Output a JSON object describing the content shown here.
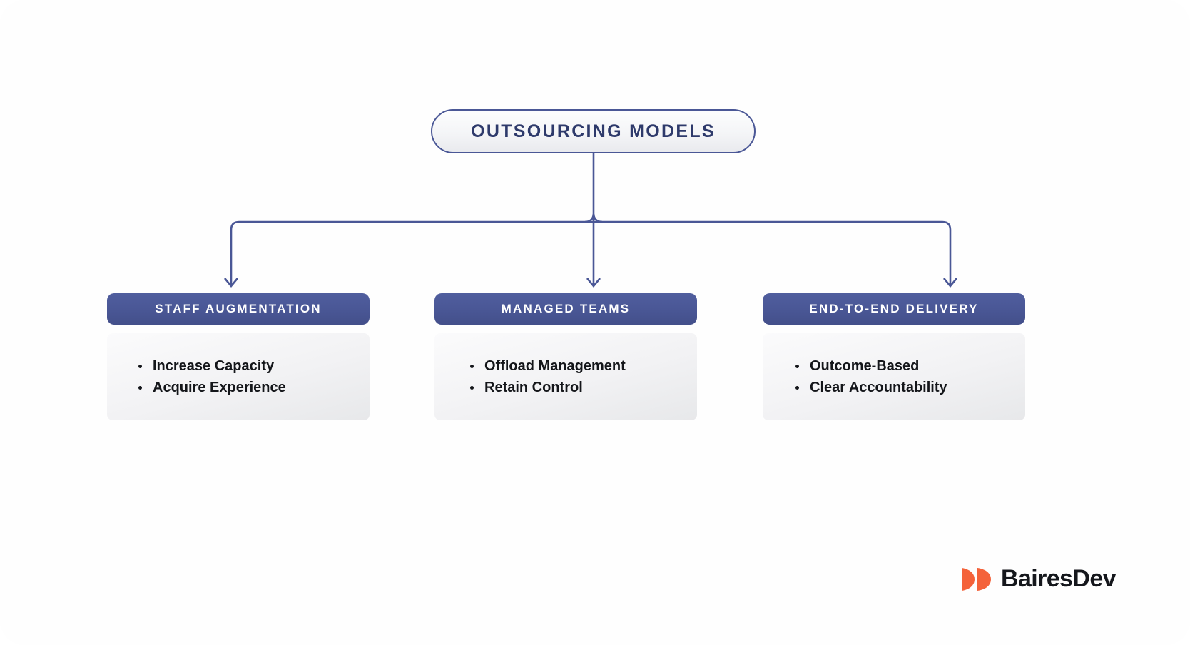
{
  "diagram": {
    "root": {
      "label": "OUTSOURCING MODELS"
    },
    "branches": [
      {
        "header": "STAFF AUGMENTATION",
        "items": [
          "Increase Capacity",
          "Acquire Experience"
        ]
      },
      {
        "header": "MANAGED TEAMS",
        "items": [
          "Offload Management",
          "Retain Control"
        ]
      },
      {
        "header": "END-TO-END DELIVERY",
        "items": [
          "Outcome-Based",
          "Clear Accountability"
        ]
      }
    ]
  },
  "brand": {
    "name": "BairesDev",
    "mark_color": "#f4623a",
    "text_color": "#15171c"
  },
  "colors": {
    "connector": "#4a5796",
    "header_bg": "#4a5796",
    "root_text": "#2e3a6b",
    "body_text": "#14161a",
    "canvas_bg": "#fefefe"
  }
}
